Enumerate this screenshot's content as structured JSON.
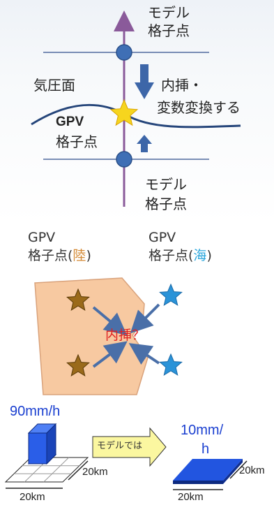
{
  "section1": {
    "model_top": [
      "モデル",
      "格子点"
    ],
    "pressure_surface": "気圧面",
    "gpv_point": [
      "GPV",
      "格子点"
    ],
    "interp_text": [
      "内挿・",
      "変数変換する"
    ],
    "model_bottom": [
      "モデル",
      "格子点"
    ],
    "colors": {
      "axis": "#8a5a9a",
      "line": "#2d4d8c",
      "curve": "#25457a",
      "node": "#3f6fb5",
      "arrow": "#3d66a8",
      "star": "#f6d51e"
    }
  },
  "section2": {
    "land_label": [
      "GPV",
      "格子点(",
      "陸",
      ")"
    ],
    "sea_label": [
      "GPV",
      "格子点(",
      "海",
      ")"
    ],
    "question": "内挿？",
    "colors": {
      "land_fill": "#f7c9a1",
      "land_star": "#9a6a1a",
      "sea_star": "#2a93d8",
      "question": "#e02020",
      "land_word": "#d48a35",
      "sea_word": "#2aa6dc",
      "arrow": "#4a6fa8"
    }
  },
  "section3": {
    "left_value": "90mm/h",
    "arrow_label": "モデルでは",
    "right_value": [
      "10mm/",
      "h"
    ],
    "dim_left_side": "20km",
    "dim_left_bottom": "20km",
    "dim_right_side": "20km",
    "dim_right_bottom": "20km",
    "colors": {
      "rain": "#2255e0",
      "value_text": "#1a3fd0",
      "arrow_fill": "#fbf7a0"
    }
  }
}
